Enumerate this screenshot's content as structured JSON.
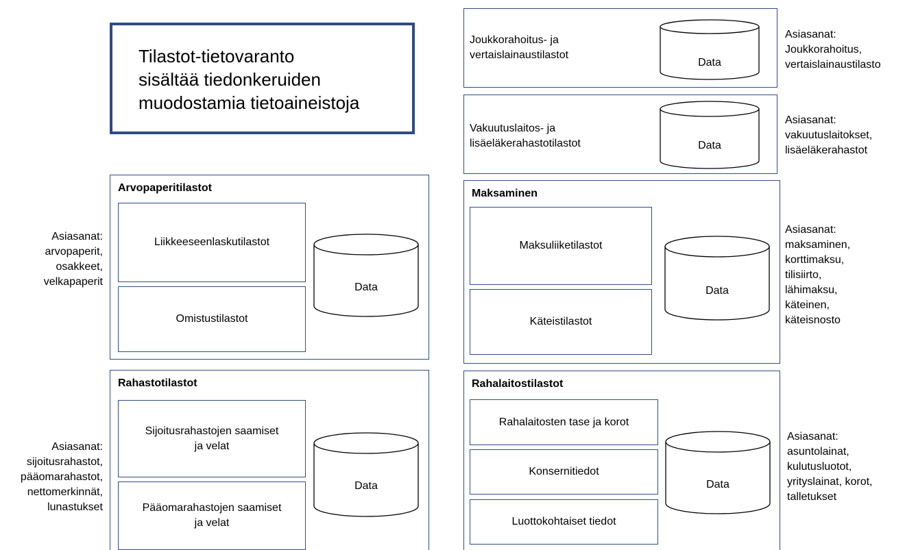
{
  "title": "Tilastot-tietovaranto\nsisältää tiedonkeruiden\nmuodostamia tietoaineistoja",
  "data_label": "Data",
  "joukko": {
    "label": "Joukkorahoitus- ja\nvertaislainaustilastot",
    "keywords": "Asiasanat:\nJoukkorahoitus,\nvertaislainaustilasto"
  },
  "vakuutus": {
    "label": "Vakuutuslaitos- ja\nlisäeläkerahastotilastot",
    "keywords": "Asiasanat:\nvakuutuslaitokset,\nlisäeläkerahastot"
  },
  "arvopaperi": {
    "title": "Arvopaperitilastot",
    "items": [
      "Liikkeeseenlaskutilastot",
      "Omistustilastot"
    ],
    "keywords": "Asiasanat:\narvopaperit,\nosakkeet,\nvelkapaperit"
  },
  "maksaminen": {
    "title": "Maksaminen",
    "items": [
      "Maksuliiketilastot",
      "Käteistilastot"
    ],
    "keywords": "Asiasanat:\nmaksaminen,\nkorttimaksu,\ntilisiirto,\nlähimaksu,\nkäteinen,\nkäteisnosto"
  },
  "rahasto": {
    "title": "Rahastotilastot",
    "items": [
      "Sijoitusrahastojen saamiset\nja velat",
      "Pääomarahastojen saamiset\nja velat"
    ],
    "keywords": "Asiasanat:\nsijoitusrahastot,\npääomarahastot,\nnettomerkinnät,\nlunastukset"
  },
  "rahalaitos": {
    "title": "Rahalaitostilastot",
    "items": [
      "Rahalaitosten tase ja korot",
      "Konsernitiedot",
      "Luottokohtaiset tiedot"
    ],
    "keywords": "Asiasanat:\nasuntolainat,\nkulutusluotot,\nyrityslainat, korot,\ntalletukset"
  },
  "colors": {
    "border": "#2f4b86"
  }
}
